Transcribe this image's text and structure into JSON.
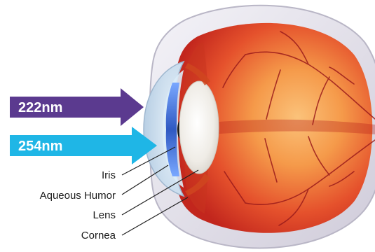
{
  "arrows": [
    {
      "label": "222nm",
      "color": "#5b3a8f"
    },
    {
      "label": "254nm",
      "color": "#1fb6e6"
    }
  ],
  "parts": [
    {
      "label": "Iris"
    },
    {
      "label": "Aqueous Humor"
    },
    {
      "label": "Lens"
    },
    {
      "label": "Cornea"
    }
  ],
  "colors": {
    "sclera_outer": "#e6e4ee",
    "sclera_edge": "#b9b6c6",
    "retina_base": "#e8492a",
    "retina_light": "#f8a45a",
    "retina_dark": "#b8201a",
    "vessel": "#9b1b1b",
    "lens": "#f2f0ec",
    "iris": "#3f6dd1",
    "cornea": "#cfe3f3",
    "leader_line": "#222222"
  }
}
